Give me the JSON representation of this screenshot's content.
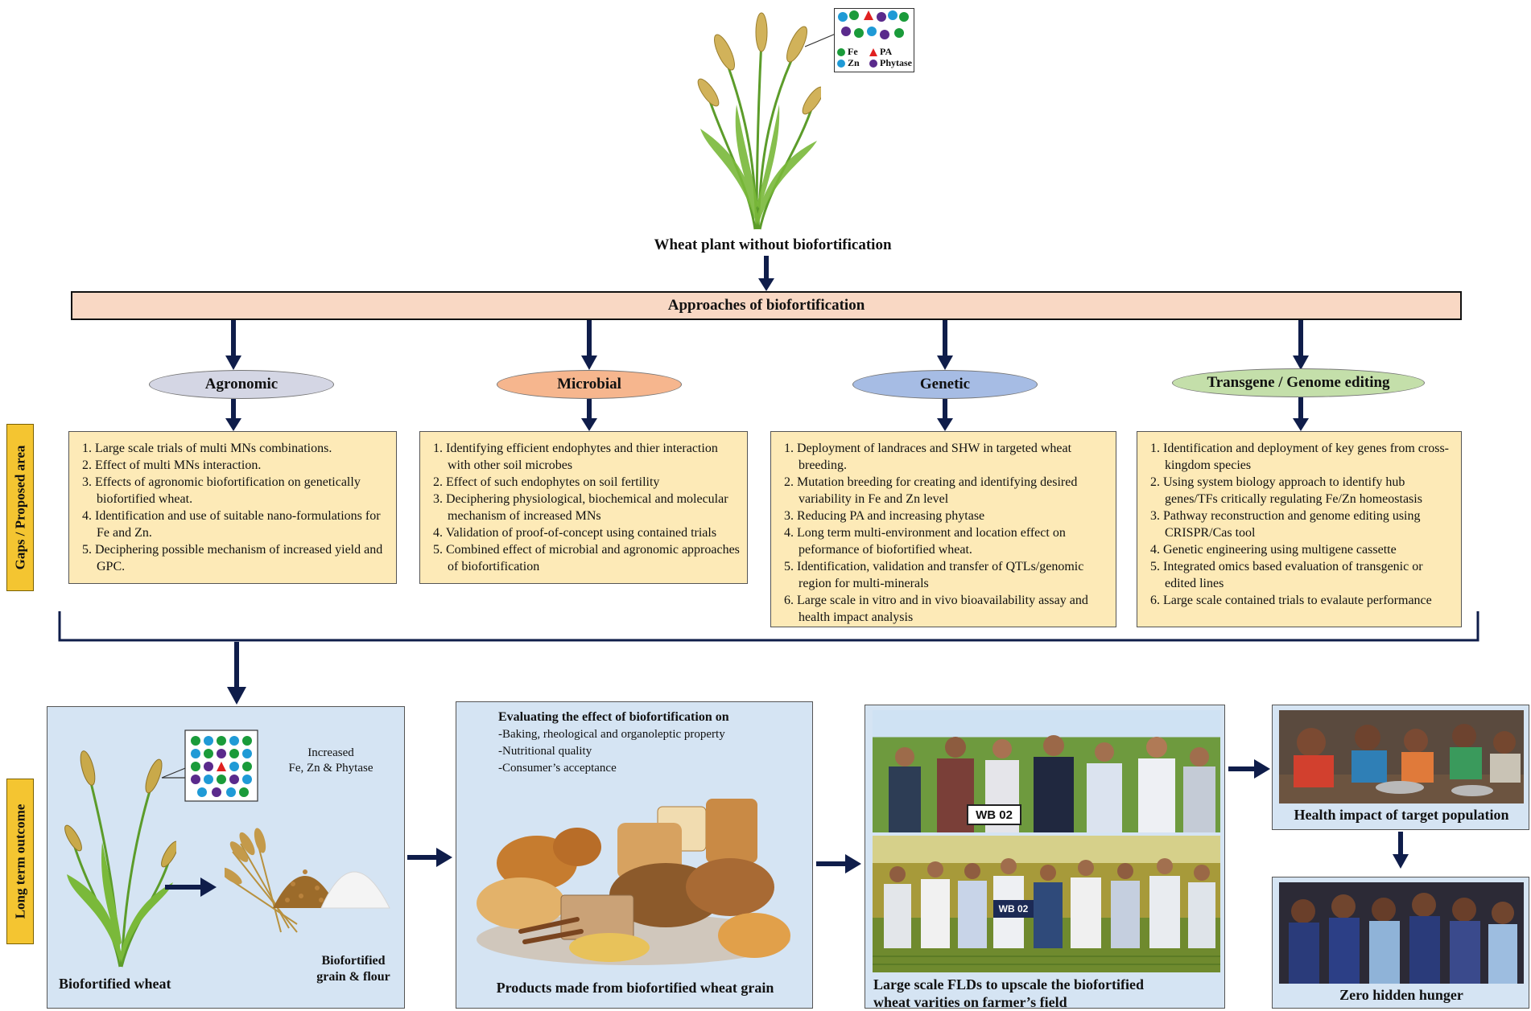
{
  "top": {
    "plant_title": "Wheat plant without biofortification",
    "legend": {
      "fe": "Fe",
      "pa": "PA",
      "zn": "Zn",
      "phytase": "Phytase"
    },
    "approaches_title": "Approaches of biofortification"
  },
  "colors": {
    "fe": "#1a9b3a",
    "zn": "#1f9ad6",
    "pa": "#e02020",
    "phytase": "#5a2a8c",
    "bar_fill": "#f9d8c4",
    "gap_fill": "#fdeab7",
    "tag_fill": "#f4c531",
    "outcome_fill": "#d5e4f3",
    "arrow": "#0f1d4a"
  },
  "approaches": [
    {
      "label": "Agronomic",
      "color": "#d4d6e4",
      "gaps": [
        "1. Large scale trials of multi MNs combinations.",
        "2. Effect of multi MNs interaction.",
        "3. Effects of agronomic biofortification on genetically biofortified wheat.",
        "4. Identification and use of suitable nano-formulations for Fe and Zn.",
        "5. Deciphering possible mechanism of increased yield and GPC."
      ]
    },
    {
      "label": "Microbial",
      "color": "#f6b68e",
      "gaps": [
        "1. Identifying efficient endophytes and thier interaction with other soil microbes",
        "2. Effect of such endophytes on soil fertility",
        "3. Deciphering physiological, biochemical and molecular mechanism of increased MNs",
        "4. Validation of proof-of-concept using contained trials",
        "5. Combined effect of microbial and agronomic approaches of biofortification"
      ]
    },
    {
      "label": "Genetic",
      "color": "#a6bce4",
      "gaps": [
        "1. Deployment of landraces and SHW in targeted wheat breeding.",
        "2. Mutation breeding for creating and identifying desired variability in Fe and Zn level",
        "3. Reducing PA and increasing phytase",
        "4. Long term multi-environment and location effect on peformance of biofortified wheat.",
        "5. Identification, validation and transfer of QTLs/genomic region for multi-minerals",
        "6. Large scale in vitro and in vivo bioavailability assay and health impact analysis"
      ]
    },
    {
      "label": "Transgene / Genome editing",
      "color": "#c4dfaa",
      "gaps": [
        "1. Identification and deployment of key genes from cross-kingdom species",
        "2. Using system biology approach to identify hub genes/TFs critically regulating Fe/Zn homeostasis",
        "3. Pathway reconstruction and genome editing using CRISPR/Cas tool",
        "4. Genetic engineering using multigene cassette",
        "5. Integrated omics based evaluation of transgenic or edited lines",
        "6. Large scale contained trials to evalaute performance"
      ]
    }
  ],
  "side_tags": {
    "gaps": "Gaps / Proposed area",
    "outcome": "Long term outcome"
  },
  "outcome": {
    "increased_label": "Increased\nFe, Zn & Phytase",
    "grain_label": "Biofortified\ngrain & flour",
    "wheat_caption": "Biofortified wheat",
    "eval_title": "Evaluating the effect of biofortification on",
    "eval_items": [
      "-Baking, rheological and organoleptic property",
      "-Nutritional quality",
      "-Consumer’s acceptance"
    ],
    "products_caption": "Products made from biofortified wheat grain",
    "signs": [
      "WB 02",
      "WB 02"
    ],
    "fld_caption": "Large scale FLDs to upscale the biofortified\nwheat varities on farmer’s field",
    "health_caption": "Health impact of target population",
    "hunger_caption": "Zero hidden hunger"
  }
}
